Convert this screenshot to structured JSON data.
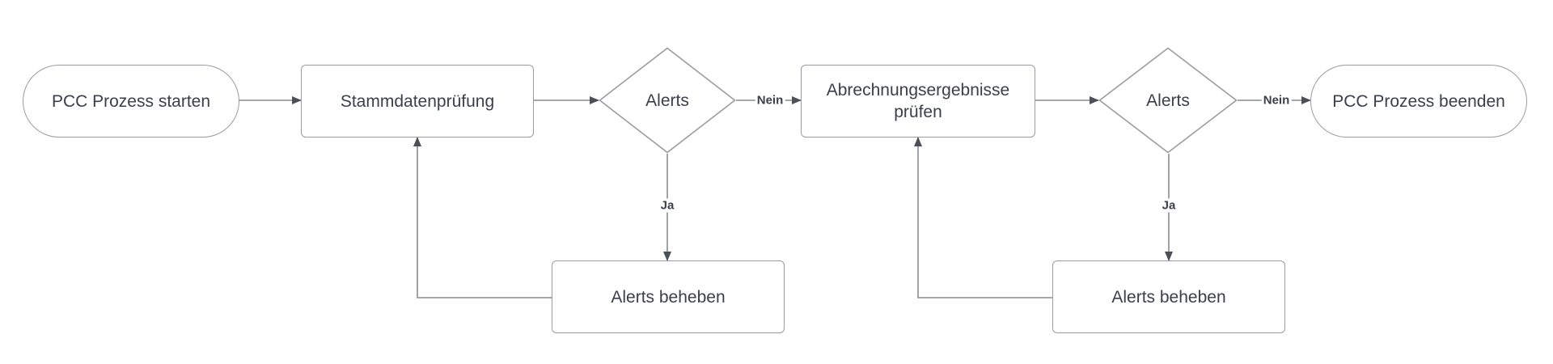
{
  "diagram": {
    "nodes": {
      "start": "PCC Prozess starten",
      "master_data_check": "Stammdatenprüfung",
      "alerts_1": "Alerts",
      "fix_alerts_1": "Alerts beheben",
      "billing_check": "Abrechnungsergebnisse prüfen",
      "alerts_2": "Alerts",
      "fix_alerts_2": "Alerts beheben",
      "end": "PCC Prozess beenden"
    },
    "edge_labels": {
      "no_1": "Nein",
      "yes_1": "Ja",
      "no_2": "Nein",
      "yes_2": "Ja"
    }
  }
}
